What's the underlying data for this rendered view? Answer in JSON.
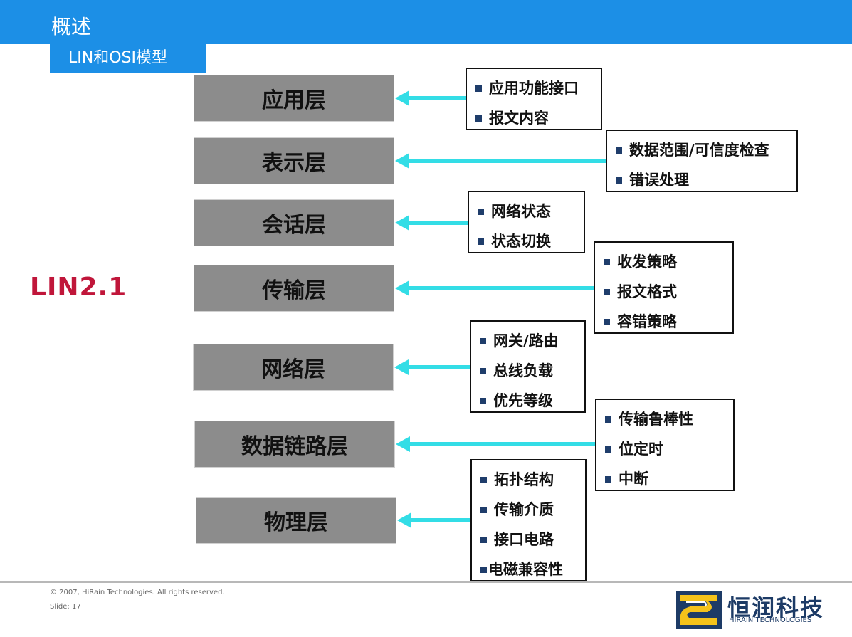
{
  "header": {
    "title": "概述",
    "subtitle": "LIN和OSI模型"
  },
  "side_label": "LIN2.1",
  "layers": [
    {
      "name": "应用层",
      "items": [
        "应用功能接口",
        "报文内容"
      ]
    },
    {
      "name": "表示层",
      "items": [
        "数据范围/可信度检查",
        "错误处理"
      ]
    },
    {
      "name": "会话层",
      "items": [
        "网络状态",
        "状态切换"
      ]
    },
    {
      "name": "传输层",
      "items": [
        "收发策略",
        "报文格式",
        "容错策略"
      ]
    },
    {
      "name": "网络层",
      "items": [
        "网关/路由",
        "总线负载",
        "优先等级"
      ]
    },
    {
      "name": "数据链路层",
      "items": [
        "传输鲁棒性",
        "位定时",
        "中断"
      ]
    },
    {
      "name": "物理层",
      "items": [
        "拓扑结构",
        "传输介质",
        "接口电路",
        "电磁兼容性"
      ]
    }
  ],
  "footer": {
    "copyright": "© 2007, HiRain Technologies. All rights reserved.",
    "slide": "Slide: 17"
  },
  "logo": {
    "name": "恒润科技",
    "sub": "HIRAIN TECHNOLOGIES"
  },
  "colors": {
    "header_blue": "#1c8fe6",
    "layer_gray": "#8c8c8c",
    "arrow_cyan": "#33dde6",
    "lin_red": "#c0163a",
    "bullet_navy": "#1f3d6b"
  }
}
